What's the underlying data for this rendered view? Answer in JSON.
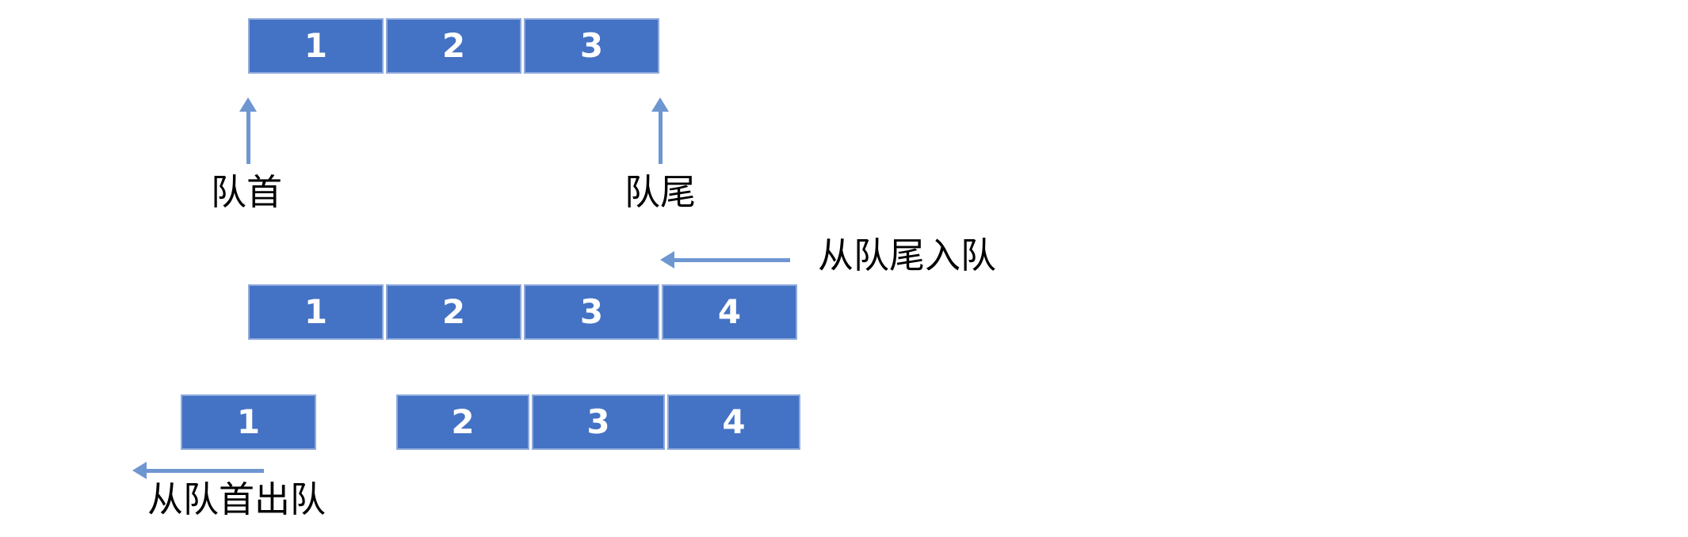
{
  "diagram": {
    "type": "queue-data-structure",
    "colors": {
      "cell_fill": "#4472C4",
      "cell_border": "#8FAADC",
      "arrow": "#6E96D1",
      "text": "#000000",
      "cell_text": "#FFFFFF"
    },
    "labels": {
      "head": "队首",
      "tail": "队尾",
      "enqueue": "从队尾入队",
      "dequeue": "从队首出队"
    },
    "rows": {
      "initial": [
        "1",
        "2",
        "3"
      ],
      "after_enqueue": [
        "1",
        "2",
        "3",
        "4"
      ],
      "dequeued": [
        "1"
      ],
      "after_dequeue": [
        "2",
        "3",
        "4"
      ]
    }
  }
}
